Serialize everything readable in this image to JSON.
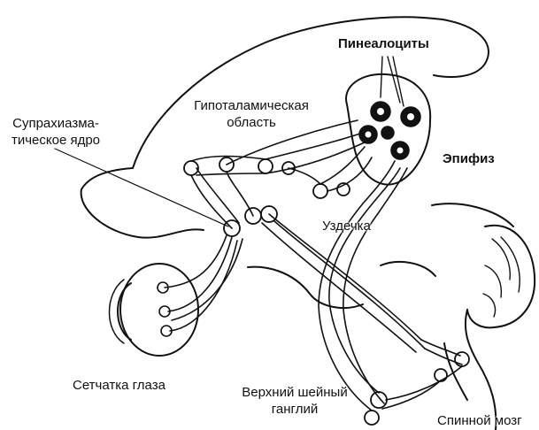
{
  "colors": {
    "line": "#111111",
    "background": "#ffffff",
    "pineal_cell_fill": "#111111"
  },
  "labels": {
    "pinealocytes": "Пинеалоциты",
    "hypothalamic_area_line1": "Гипоталамическая",
    "hypothalamic_area_line2": "область",
    "scn_line1": "Супрахиазма-",
    "scn_line2": "тическое ядро",
    "epiphysis": "Эпифиз",
    "habenula": "Уздечка",
    "retina": "Сетчатка глаза",
    "ganglion_line1": "Верхний шейный",
    "ganglion_line2": "ганглий",
    "spinal_cord": "Спинной мозг"
  }
}
